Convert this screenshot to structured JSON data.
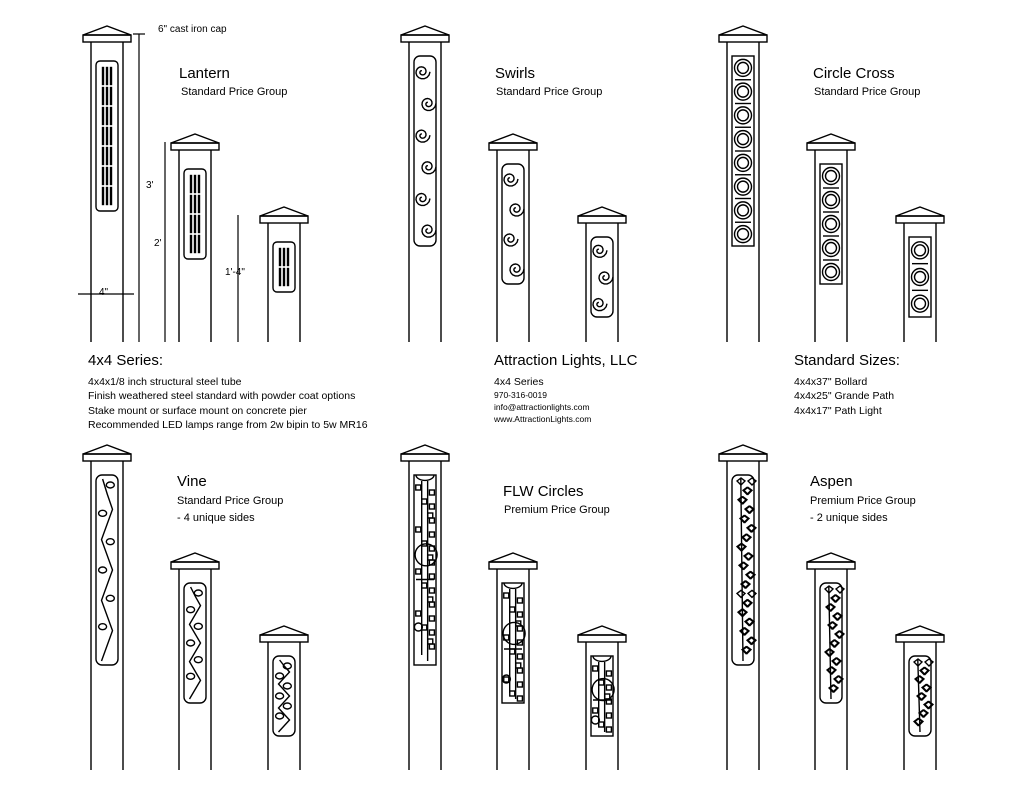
{
  "annotations": {
    "cap": "6\" cast iron cap",
    "dim_3ft": "3'",
    "dim_2ft": "2'",
    "dim_16in": "1'-4\"",
    "dim_4in": "4\""
  },
  "designs": [
    {
      "id": "lantern",
      "name": "Lantern",
      "price_group": "Standard Price Group",
      "note": ""
    },
    {
      "id": "swirls",
      "name": "Swirls",
      "price_group": "Standard Price Group",
      "note": ""
    },
    {
      "id": "circle-cross",
      "name": "Circle Cross",
      "price_group": "Standard Price Group",
      "note": ""
    },
    {
      "id": "vine",
      "name": "Vine",
      "price_group": "Standard Price Group",
      "note": "- 4 unique sides"
    },
    {
      "id": "flw-circles",
      "name": "FLW Circles",
      "price_group": "Premium Price Group",
      "note": ""
    },
    {
      "id": "aspen",
      "name": "Aspen",
      "price_group": "Premium Price Group",
      "note": "- 2 unique sides"
    }
  ],
  "series": {
    "heading": "4x4 Series:",
    "lines": [
      "4x4x1/8 inch structural steel tube",
      "Finish weathered steel standard with powder coat options",
      "Stake mount or surface mount on concrete pier",
      "Recommended LED lamps range from 2w bipin to 5w MR16"
    ]
  },
  "company": {
    "name": "Attraction Lights, LLC",
    "series": "4x4 Series",
    "phone": "970-316-0019",
    "email": "info@attractionlights.com",
    "website": "www.AttractionLights.com"
  },
  "sizes": {
    "heading": "Standard Sizes:",
    "items": [
      "4x4x37\" Bollard",
      "4x4x25\" Grande Path",
      "4x4x17\" Path Light"
    ]
  }
}
